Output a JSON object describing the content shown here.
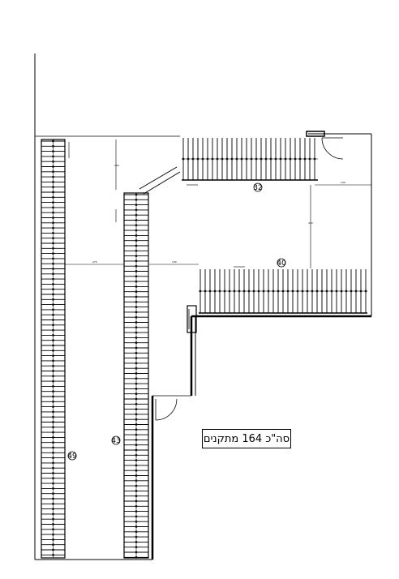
{
  "total_label": "סה\"כ 164 מתקנים",
  "rack_counts": {
    "left_column": "49",
    "middle_column": "43",
    "top_right": "32",
    "bottom_right": "40"
  },
  "colors": {
    "line": "#000000",
    "background": "#ffffff"
  }
}
